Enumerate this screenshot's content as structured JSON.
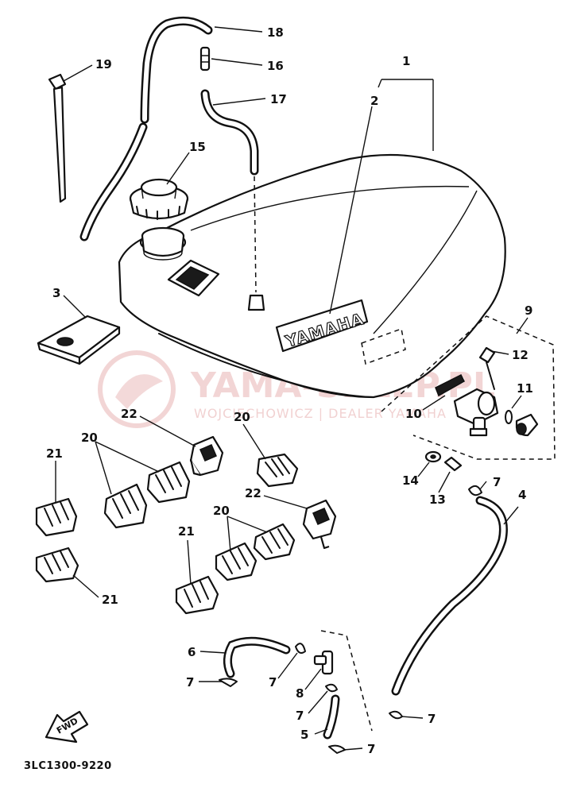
{
  "diagram": {
    "ref_code": "3LC1300-9220",
    "brand_on_tank": "YAMAHA",
    "fwd_label": "FWD",
    "watermark": {
      "title": "YAMA-SKLEP.PL",
      "subtitle": "WOJCIECHOWICZ | DEALER YAMAHA"
    },
    "callouts": {
      "c1": "1",
      "c2": "2",
      "c3": "3",
      "c4": "4",
      "c5": "5",
      "c6": "6",
      "c7a": "7",
      "c7b": "7",
      "c7c": "7",
      "c7d": "7",
      "c7e": "7",
      "c7f": "7",
      "c8": "8",
      "c9": "9",
      "c10": "10",
      "c11": "11",
      "c12": "12",
      "c13": "13",
      "c14": "14",
      "c15": "15",
      "c16": "16",
      "c17": "17",
      "c18": "18",
      "c19": "19",
      "c20a": "20",
      "c20b": "20",
      "c20c": "20",
      "c21a": "21",
      "c21b": "21",
      "c21c": "21",
      "c22a": "22",
      "c22b": "22"
    }
  }
}
